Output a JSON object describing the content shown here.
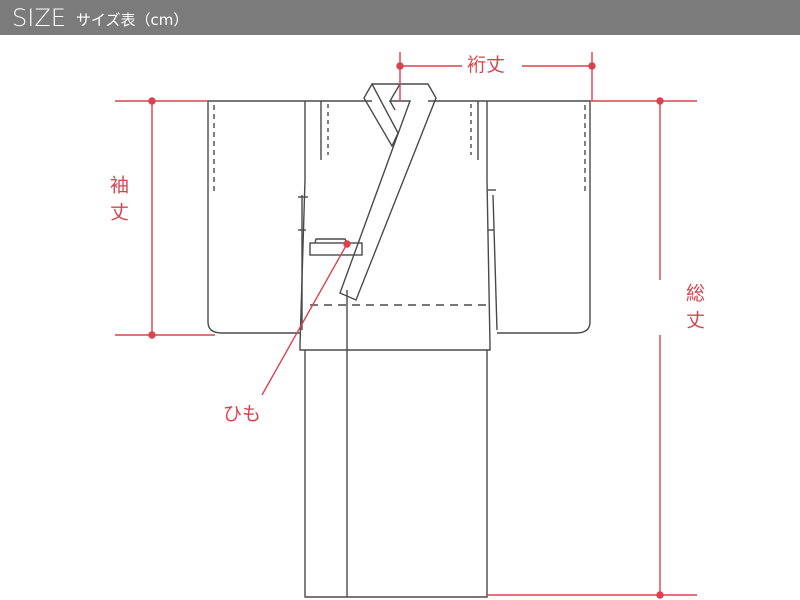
{
  "header": {
    "title": "SIZE",
    "subtitle": "サイズ表（cm）"
  },
  "labels": {
    "yuki": "裄丈",
    "sode": "袖丈",
    "sou": "総丈",
    "himo": "ひも"
  },
  "colors": {
    "accent": "#d9434e",
    "header_bg": "#7b7b7b",
    "line": "#444444"
  }
}
